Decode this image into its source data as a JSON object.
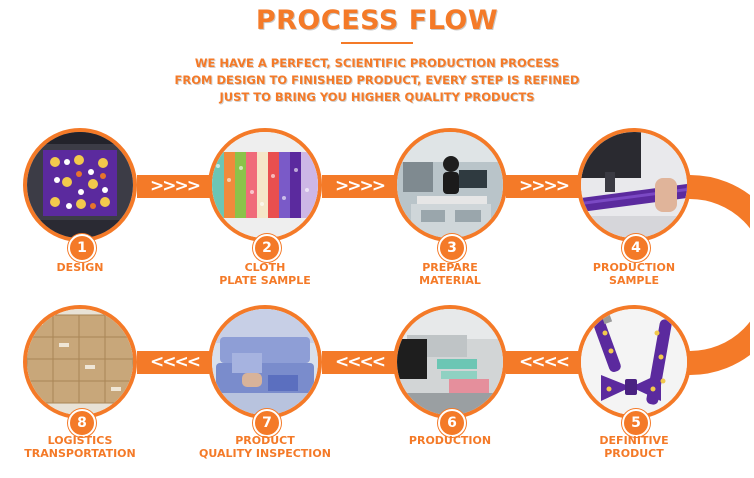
{
  "header": {
    "title": "PROCESS FLOW",
    "subtitle_lines": [
      "WE HAVE A PERFECT, SCIENTIFIC PRODUCTION PROCESS",
      "FROM DESIGN TO FINISHED PRODUCT, EVERY STEP IS REFINED",
      "JUST TO BRING YOU HIGHER QUALITY PRODUCTS"
    ]
  },
  "steps": [
    {
      "number": "1",
      "lines": [
        "DESIGN"
      ]
    },
    {
      "number": "2",
      "lines": [
        "CLOTH",
        "PLATE SAMPLE"
      ]
    },
    {
      "number": "3",
      "lines": [
        "PREPARE",
        "MATERIAL"
      ]
    },
    {
      "number": "4",
      "lines": [
        "PRODUCTION",
        "SAMPLE"
      ]
    },
    {
      "number": "5",
      "lines": [
        "DEFINITIVE",
        "PRODUCT"
      ]
    },
    {
      "number": "6",
      "lines": [
        "PRODUCTION"
      ]
    },
    {
      "number": "7",
      "lines": [
        "PRODUCT",
        "QUALITY INSPECTION"
      ]
    },
    {
      "number": "8",
      "lines": [
        "LOGISTICS",
        "TRANSPORTATION"
      ]
    }
  ],
  "colors": {
    "accent": "#f47a28",
    "photo_purple": "#5b2a9e",
    "background": "#ffffff"
  },
  "icons": {
    "forward_arrows": "chevrons-right-icon",
    "backward_arrows": "chevrons-left-icon",
    "down_arrows": "chevrons-down-icon"
  }
}
